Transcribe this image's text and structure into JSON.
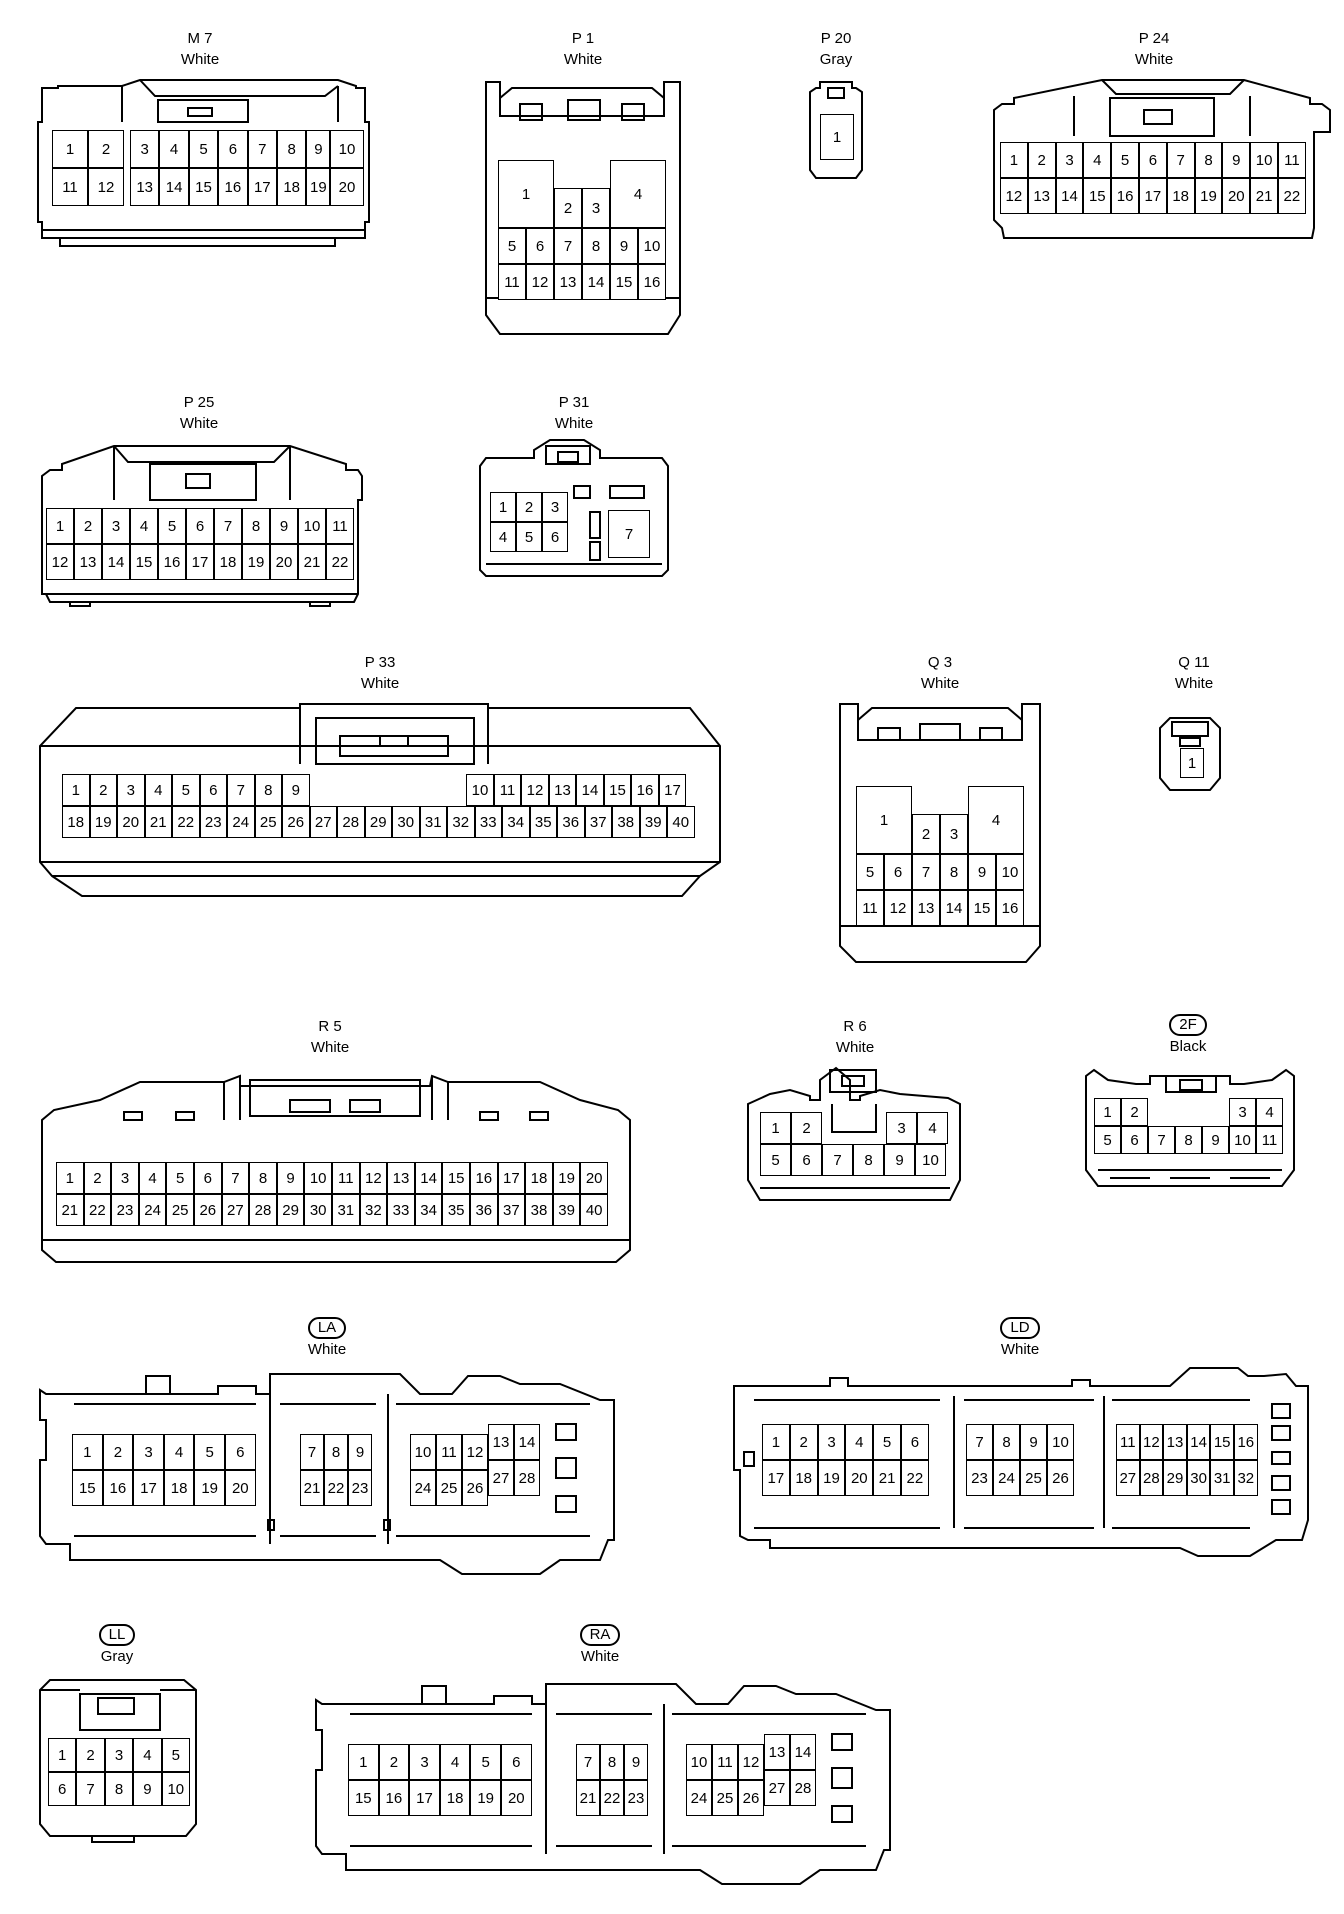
{
  "connectors": [
    {
      "key": "m7",
      "id": "M 7",
      "color": "White",
      "rows": [
        [
          "1",
          "2",
          "3",
          "4",
          "5",
          "6",
          "7",
          "8",
          "9",
          "10"
        ],
        [
          "11",
          "12",
          "13",
          "14",
          "15",
          "16",
          "17",
          "18",
          "19",
          "20"
        ]
      ]
    },
    {
      "key": "p1",
      "id": "P 1",
      "color": "White",
      "big": [
        "1",
        "4"
      ],
      "mid": [
        "2",
        "3"
      ],
      "rows": [
        [
          "5",
          "6",
          "7",
          "8",
          "9",
          "10"
        ],
        [
          "11",
          "12",
          "13",
          "14",
          "15",
          "16"
        ]
      ]
    },
    {
      "key": "p20",
      "id": "P 20",
      "color": "Gray",
      "rows": [
        [
          "1"
        ]
      ]
    },
    {
      "key": "p24",
      "id": "P 24",
      "color": "White",
      "rows": [
        [
          "1",
          "2",
          "3",
          "4",
          "5",
          "6",
          "7",
          "8",
          "9",
          "10",
          "11"
        ],
        [
          "12",
          "13",
          "14",
          "15",
          "16",
          "17",
          "18",
          "19",
          "20",
          "21",
          "22"
        ]
      ]
    },
    {
      "key": "p25",
      "id": "P 25",
      "color": "White",
      "rows": [
        [
          "1",
          "2",
          "3",
          "4",
          "5",
          "6",
          "7",
          "8",
          "9",
          "10",
          "11"
        ],
        [
          "12",
          "13",
          "14",
          "15",
          "16",
          "17",
          "18",
          "19",
          "20",
          "21",
          "22"
        ]
      ]
    },
    {
      "key": "p31",
      "id": "P 31",
      "color": "White",
      "rows": [
        [
          "1",
          "2",
          "3"
        ],
        [
          "4",
          "5",
          "6"
        ]
      ],
      "big": [
        "7"
      ]
    },
    {
      "key": "p33",
      "id": "P 33",
      "color": "White",
      "rows": [
        [
          "1",
          "2",
          "3",
          "4",
          "5",
          "6",
          "7",
          "8",
          "9",
          "10",
          "11",
          "12",
          "13",
          "14",
          "15",
          "16",
          "17"
        ],
        [
          "18",
          "19",
          "20",
          "21",
          "22",
          "23",
          "24",
          "25",
          "26",
          "27",
          "28",
          "29",
          "30",
          "31",
          "32",
          "33",
          "34",
          "35",
          "36",
          "37",
          "38",
          "39",
          "40"
        ]
      ]
    },
    {
      "key": "q3",
      "id": "Q 3",
      "color": "White",
      "big": [
        "1",
        "4"
      ],
      "mid": [
        "2",
        "3"
      ],
      "rows": [
        [
          "5",
          "6",
          "7",
          "8",
          "9",
          "10"
        ],
        [
          "11",
          "12",
          "13",
          "14",
          "15",
          "16"
        ]
      ]
    },
    {
      "key": "q11",
      "id": "Q 11",
      "color": "White",
      "rows": [
        [
          "1"
        ]
      ]
    },
    {
      "key": "r5",
      "id": "R 5",
      "color": "White",
      "rows": [
        [
          "1",
          "2",
          "3",
          "4",
          "5",
          "6",
          "7",
          "8",
          "9",
          "10",
          "11",
          "12",
          "13",
          "14",
          "15",
          "16",
          "17",
          "18",
          "19",
          "20"
        ],
        [
          "21",
          "22",
          "23",
          "24",
          "25",
          "26",
          "27",
          "28",
          "29",
          "30",
          "31",
          "32",
          "33",
          "34",
          "35",
          "36",
          "37",
          "38",
          "39",
          "40"
        ]
      ]
    },
    {
      "key": "r6",
      "id": "R 6",
      "color": "White",
      "rows": [
        [
          "1",
          "2",
          "3",
          "4"
        ],
        [
          "5",
          "6",
          "7",
          "8",
          "9",
          "10"
        ]
      ]
    },
    {
      "key": "2f",
      "id": "2F",
      "color": "Black",
      "rows": [
        [
          "1",
          "2",
          "3",
          "4"
        ],
        [
          "5",
          "6",
          "7",
          "8",
          "9",
          "10",
          "11"
        ]
      ]
    },
    {
      "key": "la",
      "id": "LA",
      "color": "White",
      "g1": [
        [
          "1",
          "2",
          "3",
          "4",
          "5",
          "6"
        ],
        [
          "15",
          "16",
          "17",
          "18",
          "19",
          "20"
        ]
      ],
      "g2": [
        [
          "7",
          "8",
          "9"
        ],
        [
          "21",
          "22",
          "23"
        ]
      ],
      "g3": [
        [
          "10",
          "11",
          "12",
          "13",
          "14"
        ],
        [
          "24",
          "25",
          "26",
          "27",
          "28"
        ]
      ]
    },
    {
      "key": "ld",
      "id": "LD",
      "color": "White",
      "g1": [
        [
          "1",
          "2",
          "3",
          "4",
          "5",
          "6"
        ],
        [
          "17",
          "18",
          "19",
          "20",
          "21",
          "22"
        ]
      ],
      "g2": [
        [
          "7",
          "8",
          "9",
          "10"
        ],
        [
          "23",
          "24",
          "25",
          "26"
        ]
      ],
      "g3": [
        [
          "11",
          "12",
          "13",
          "14",
          "15",
          "16"
        ],
        [
          "27",
          "28",
          "29",
          "30",
          "31",
          "32"
        ]
      ]
    },
    {
      "key": "ll",
      "id": "LL",
      "color": "Gray",
      "rows": [
        [
          "1",
          "2",
          "3",
          "4",
          "5"
        ],
        [
          "6",
          "7",
          "8",
          "9",
          "10"
        ]
      ]
    },
    {
      "key": "ra",
      "id": "RA",
      "color": "White",
      "g1": [
        [
          "1",
          "2",
          "3",
          "4",
          "5",
          "6"
        ],
        [
          "15",
          "16",
          "17",
          "18",
          "19",
          "20"
        ]
      ],
      "g2": [
        [
          "7",
          "8",
          "9"
        ],
        [
          "21",
          "22",
          "23"
        ]
      ],
      "g3": [
        [
          "10",
          "11",
          "12",
          "13",
          "14"
        ],
        [
          "24",
          "25",
          "26",
          "27",
          "28"
        ]
      ]
    }
  ]
}
